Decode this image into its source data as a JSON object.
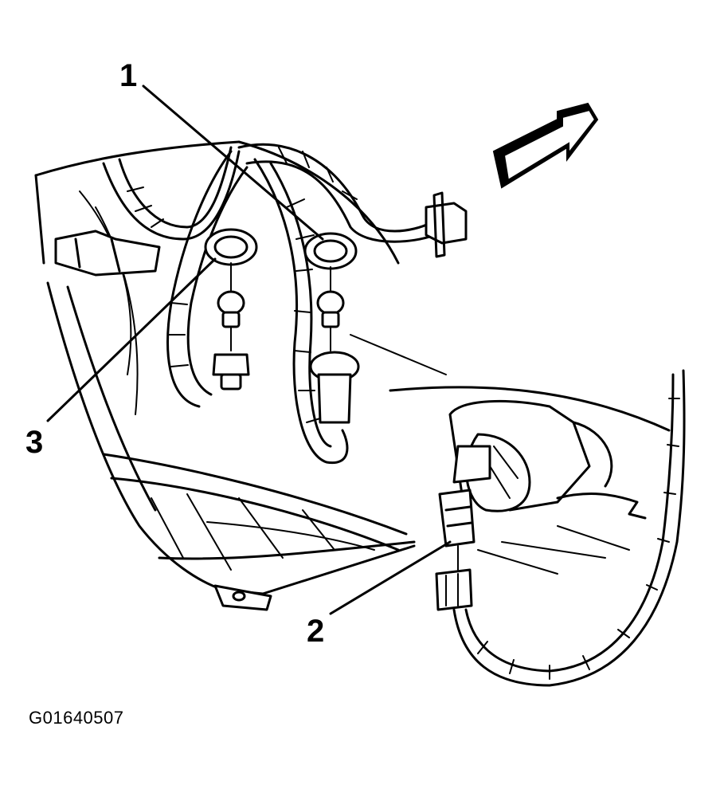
{
  "callouts": [
    {
      "id": "1",
      "label": "1"
    },
    {
      "id": "2",
      "label": "2"
    },
    {
      "id": "3",
      "label": "3"
    }
  ],
  "figure_id": "G01640507",
  "colors": {
    "ink": "#000000",
    "paper": "#ffffff"
  }
}
